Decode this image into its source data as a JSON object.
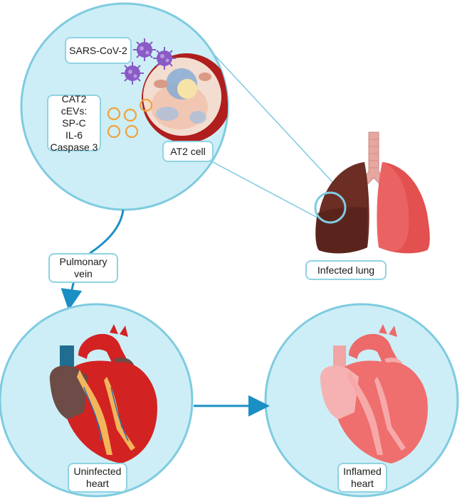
{
  "labels": {
    "virus": "SARS-CoV-2",
    "cevs_title": "CAT2 cEVs:",
    "cevs_items": [
      "SP-C",
      "IL-6",
      "Caspase 3"
    ],
    "cell": "AT2 cell",
    "vein_line1": "Pulmonary",
    "vein_line2": "vein",
    "lung": "Infected lung",
    "uninfected_line1": "Uninfected",
    "uninfected_line2": "heart",
    "inflamed_line1": "Inflamed",
    "inflamed_line2": "heart"
  },
  "colors": {
    "circle_fill": "#cdeef6",
    "circle_stroke": "#7fcbe0",
    "arrow": "#1a8fc4",
    "virus": "#8a5bc7",
    "vesicle": "#f0a23a",
    "lung_infected": "#6b2d24",
    "lung_healthy": "#e2504f",
    "heart_red": "#e03131",
    "heart_inflamed": "#f07a7a"
  },
  "icons": [
    "virus-icon",
    "vesicle-icon",
    "cell-icon",
    "lung-icon",
    "trachea-icon",
    "heart-icon"
  ]
}
